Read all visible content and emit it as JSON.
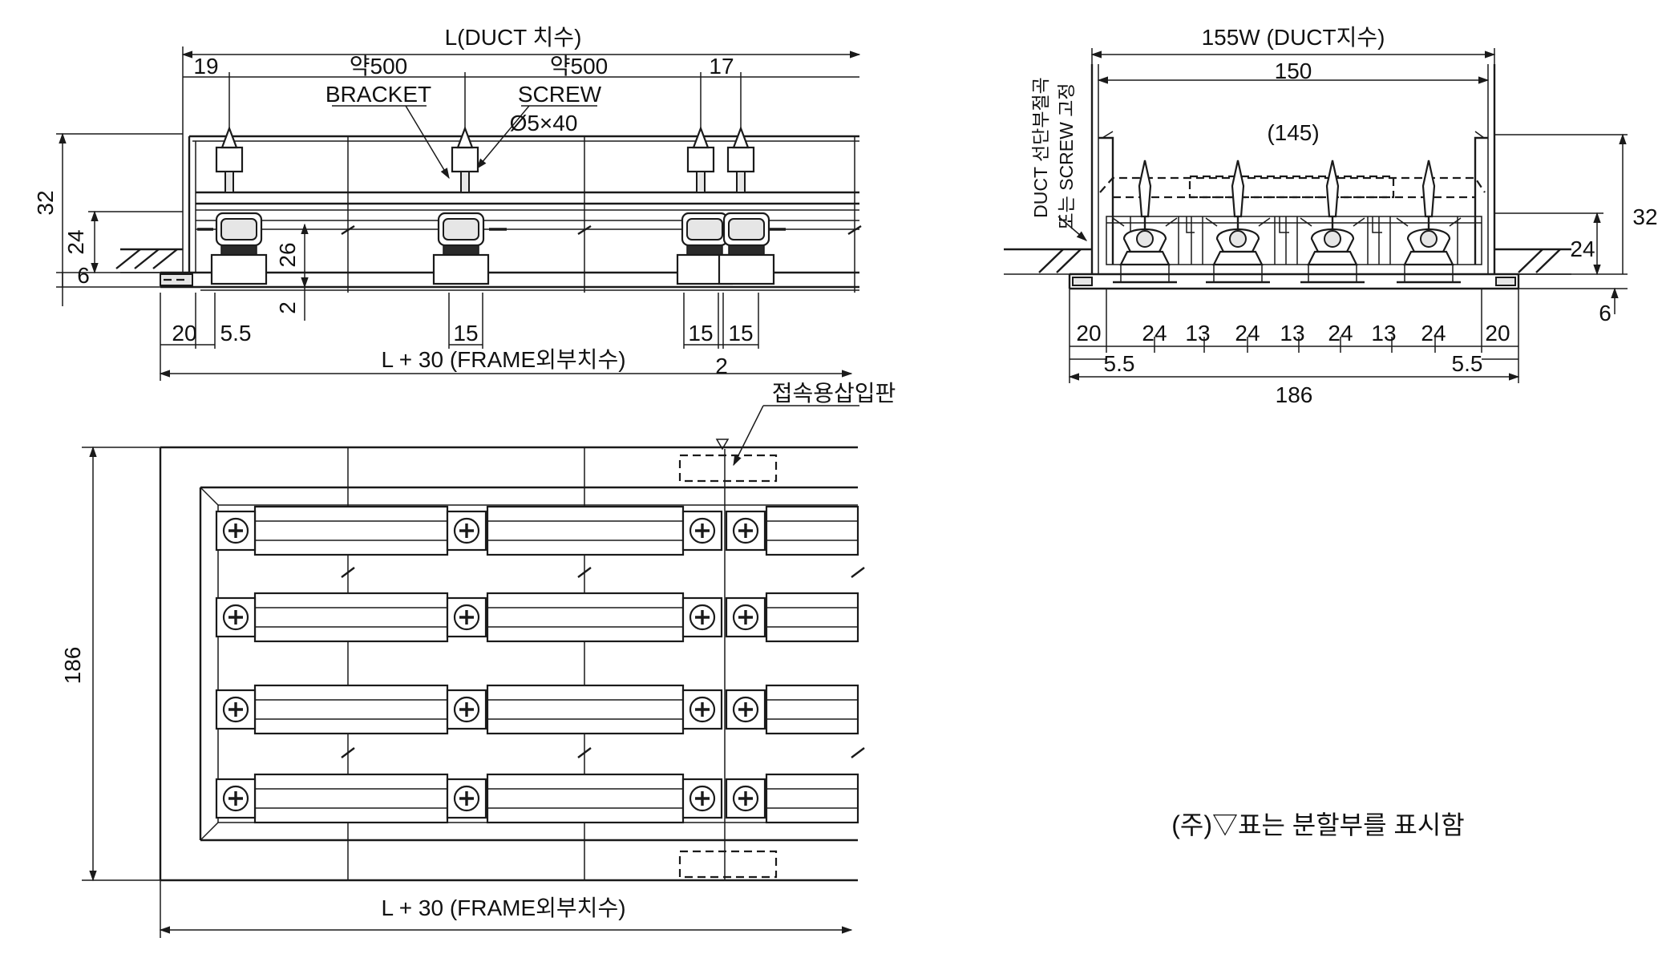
{
  "diagram": {
    "side_view": {
      "duct_length_label": "L(DUCT 치수)",
      "dim_19": "19",
      "dim_approx_500_a": "약500",
      "dim_approx_500_b": "약500",
      "dim_17": "17",
      "bracket_label": "BRACKET",
      "screw_label": "SCREW",
      "screw_size": "Ø5×40",
      "dim_32": "32",
      "dim_24": "24",
      "dim_6": "6",
      "dim_26": "26",
      "dim_2_vertical": "2",
      "dim_20": "20",
      "dim_5_5": "5.5",
      "dim_15_a": "15",
      "dim_15_b": "15",
      "dim_15_c": "15",
      "frame_length_label": "L + 30 (FRAME외부치수)",
      "dim_2_bottom": "2"
    },
    "section_view": {
      "duct_width_label": "155W (DUCT지수)",
      "dim_150": "150",
      "dim_145": "(145)",
      "duct_fixing_line1": "DUCT 선단부절곡",
      "duct_fixing_line2": "또는 SCREW 고정",
      "dim_32": "32",
      "dim_24": "24",
      "dim_6": "6",
      "bottom_dims": [
        "20",
        "24",
        "13",
        "24",
        "13",
        "24",
        "13",
        "24",
        "20"
      ],
      "dim_5_5_left": "5.5",
      "dim_5_5_right": "5.5",
      "total_width": "186"
    },
    "plan_view": {
      "insert_plate_label": "접속용삽입판",
      "height_label": "186",
      "frame_length_label": "L + 30 (FRAME외부치수)"
    },
    "note": "(주)▽표는 분할부를 표시함"
  }
}
